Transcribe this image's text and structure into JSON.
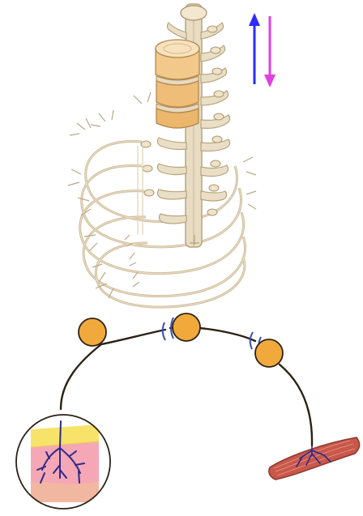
{
  "figure": {
    "top_illustration": "spinal-cord-with-ribs",
    "bottom_illustration": "reflex-arc-neuron-chain",
    "arrows": [
      {
        "name": "up-arrow",
        "color": "#2f2cff",
        "direction": "up"
      },
      {
        "name": "down-arrow",
        "color": "#e040e0",
        "direction": "down"
      }
    ],
    "colors": {
      "neuron_body": "#f2a93b",
      "neuron_outline": "#2c2116",
      "synapse": "#3b4fae",
      "vertebra": "#f2c98b",
      "skin_top": "#f7e36a",
      "skin_body": "#f6a7b5",
      "skin_lower": "#f2b7a0",
      "muscle": "#c9574a",
      "nerve_branch": "#2c2a8a"
    },
    "icons": [
      "skin-section-icon",
      "muscle-icon",
      "neuron-cell-icon",
      "synapse-icon"
    ]
  }
}
